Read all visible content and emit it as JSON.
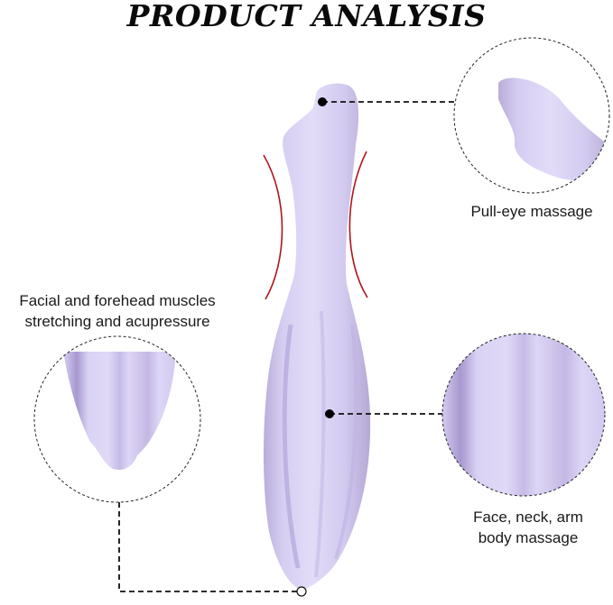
{
  "title": "PRODUCT ANALYSIS",
  "callouts": [
    {
      "id": "pull-eye",
      "label": "Pull-eye massage"
    },
    {
      "id": "facial",
      "label_line1": "Facial and forehead muscles",
      "label_line2": "stretching and acupressure"
    },
    {
      "id": "body",
      "label_line1": "Face, neck, arm",
      "label_line2": "body massage"
    }
  ],
  "colors": {
    "lavender": "#d9d2f4",
    "lavender_shadow": "#b9add9",
    "lavender_dark": "#a596cc",
    "accent_red": "#b0141a",
    "line": "#111111"
  }
}
